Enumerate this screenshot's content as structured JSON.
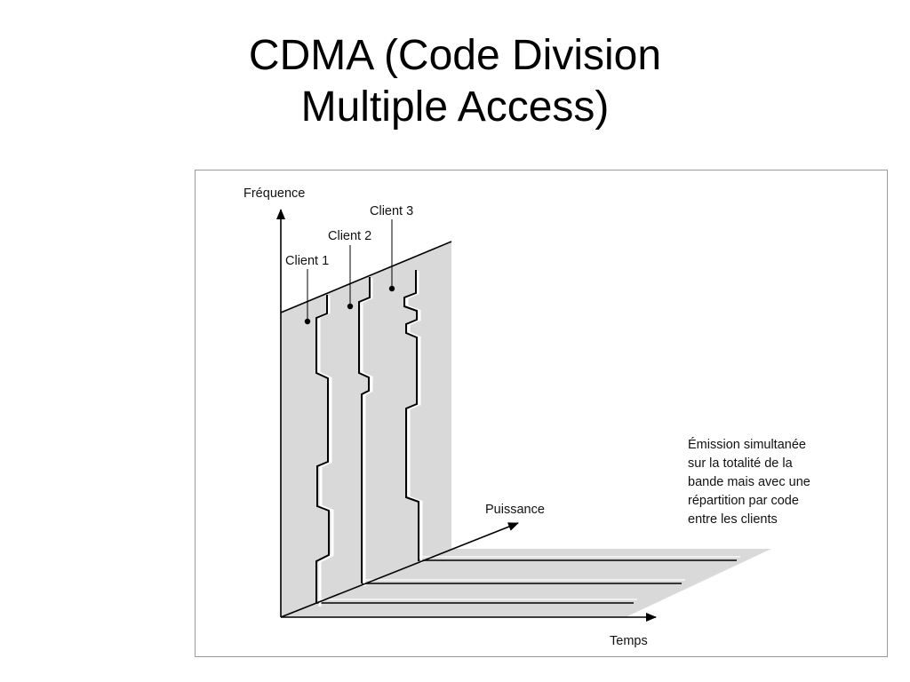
{
  "title": {
    "line1": "CDMA (Code Division",
    "line2": "Multiple Access)"
  },
  "diagram": {
    "axes": {
      "frequency": "Fréquence",
      "power": "Puissance",
      "time": "Temps"
    },
    "clients": [
      "Client 1",
      "Client 2",
      "Client 3"
    ],
    "description": [
      "Émission simultanée",
      "sur la totalité de la",
      "bande mais avec une",
      "répartition par code",
      "entre les clients"
    ]
  },
  "colors": {
    "band_fill": "#d9d9d9",
    "line": "#000000",
    "frame": "#9a9a9a"
  }
}
